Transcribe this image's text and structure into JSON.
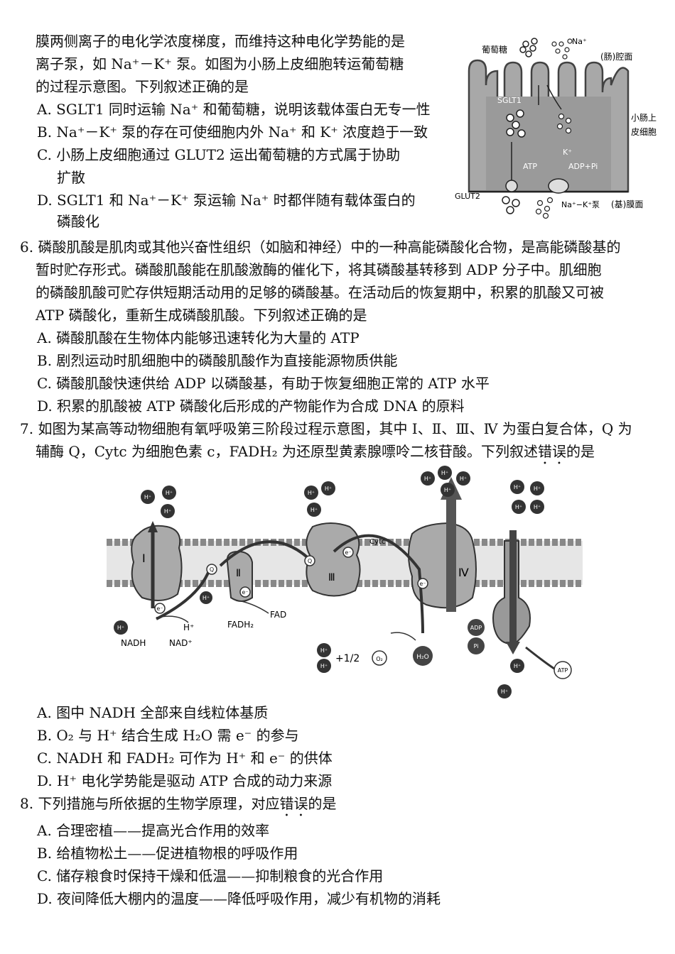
{
  "q5": {
    "stem_lines": [
      "膜两侧离子的电化学浓度梯度，而维持这种电化学势能的是",
      "离子泵，如 Na⁺－K⁺ 泵。如图为小肠上皮细胞转运葡萄糖",
      "的过程示意图。下列叙述正确的是"
    ],
    "options": [
      "A. SGLT1 同时运输 Na⁺ 和葡萄糖，说明该载体蛋白无专一性",
      "B. Na⁺－K⁺ 泵的存在可使细胞内外 Na⁺ 和 K⁺ 浓度趋于一致",
      "C. 小肠上皮细胞通过 GLUT2 运出葡萄糖的方式属于协助",
      "扩散",
      "D. SGLT1 和 Na⁺－K⁺ 泵运输 Na⁺ 时都伴随有载体蛋白的",
      "磷酸化"
    ],
    "figure": {
      "glucose": "葡萄糖",
      "na": "Na⁺",
      "lumen": "(肠)腔面",
      "cell_line1": "小肠上",
      "cell_line2": "皮细胞",
      "sglt1": "SGLT1",
      "k": "K⁺",
      "atp": "ATP",
      "adp_pi": "ADP+Pi",
      "glut2": "GLUT2",
      "pump": "Na⁺−K⁺泵",
      "basal": "(基)膜面"
    }
  },
  "q6": {
    "lines": [
      "6. 磷酸肌酸是肌肉或其他兴奋性组织（如脑和神经）中的一种高能磷酸化合物，是高能磷酸基的",
      "暂时贮存形式。磷酸肌酸能在肌酸激酶的催化下，将其磷酸基转移到 ADP 分子中。肌细胞",
      "的磷酸肌酸可贮存供短期活动用的足够的磷酸基。在活动后的恢复期中，积累的肌酸又可被",
      "ATP 磷酸化，重新生成磷酸肌酸。下列叙述正确的是"
    ],
    "options": [
      "A. 磷酸肌酸在生物体内能够迅速转化为大量的 ATP",
      "B. 剧烈运动时肌细胞中的磷酸肌酸作为直接能源物质供能",
      "C. 磷酸肌酸快速供给 ADP 以磷酸基，有助于恢复细胞正常的 ATP 水平",
      "D. 积累的肌酸被 ATP 磷酸化后形成的产物能作为合成 DNA 的原料"
    ]
  },
  "q7": {
    "line1": "7. 如图为某高等动物细胞有氧呼吸第三阶段过程示意图，其中 Ⅰ、Ⅱ、Ⅲ、Ⅳ 为蛋白复合体，Q 为",
    "line2_pre": "辅酶 Q，Cytc 为细胞色素 c，FADH₂ 为还原型黄素腺嘌呤二核苷酸。下列叙述",
    "line2_emph": "错误",
    "line2_post": "的是",
    "figure": {
      "h": "H⁺",
      "c1": "Ⅰ",
      "c2": "Ⅱ",
      "c3": "Ⅲ",
      "c4": "Ⅳ",
      "q": "Q",
      "e": "e⁻",
      "cytc": "Cytc",
      "nadh": "NADH",
      "nad": "NAD⁺",
      "fadh2": "FADH₂",
      "fad": "FAD",
      "half_o2": "+1/2",
      "o2": "O₂",
      "h2o": "H₂O",
      "adp": "ADP",
      "pi": "Pi",
      "atp": "ATP"
    },
    "options": [
      "A. 图中 NADH 全部来自线粒体基质",
      "B. O₂ 与 H⁺ 结合生成 H₂O 需 e⁻ 的参与",
      "C. NADH 和 FADH₂ 可作为 H⁺ 和 e⁻ 的供体",
      "D. H⁺ 电化学势能是驱动 ATP 合成的动力来源"
    ]
  },
  "q8": {
    "stem_pre": "8. 下列措施与所依据的生物学原理，对应",
    "stem_emph": "错误",
    "stem_post": "的是",
    "options": [
      "A. 合理密植——提高光合作用的效率",
      "B. 给植物松土——促进植物根的呼吸作用",
      "C. 储存粮食时保持干燥和低温——抑制粮食的光合作用",
      "D. 夜间降低大棚内的温度——降低呼吸作用，减少有机物的消耗"
    ]
  }
}
